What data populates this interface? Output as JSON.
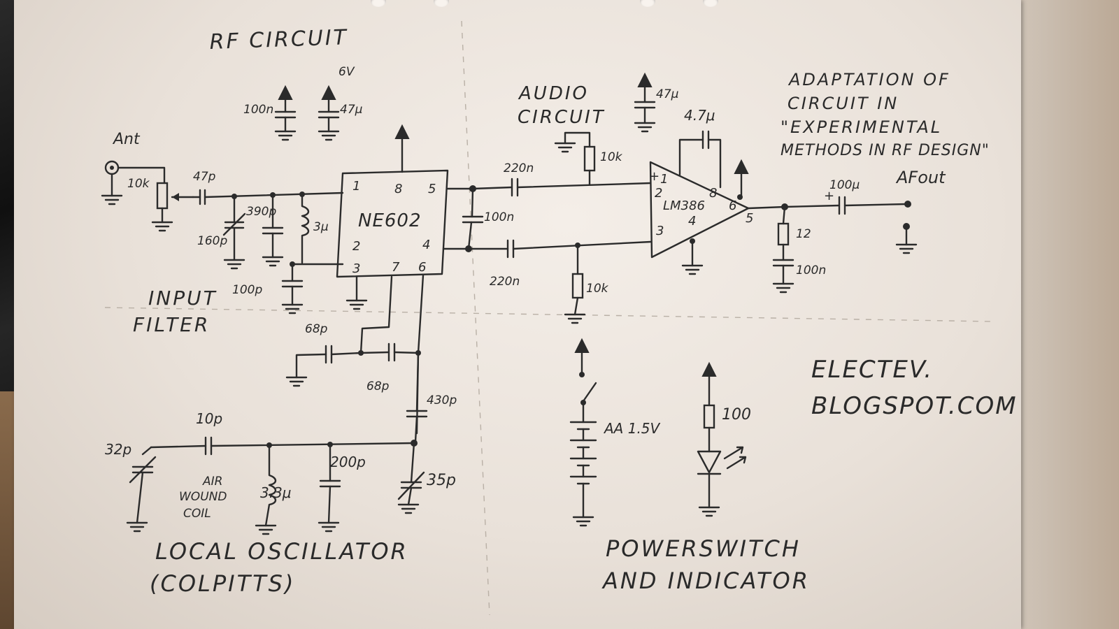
{
  "headings": {
    "rf_circuit": "RF CIRCUIT",
    "audio_circuit_line1": "AUDIO",
    "audio_circuit_line2": "CIRCUIT",
    "input_filter_line1": "INPUT",
    "input_filter_line2": "FILTER",
    "local_osc_line1": "LOCAL OSCILLATOR",
    "local_osc_line2": "(COLPITTS)",
    "power_line1": "POWERSWITCH",
    "power_line2": "AND INDICATOR",
    "credit_line1": "ADAPTATION OF",
    "credit_line2": "CIRCUIT IN",
    "credit_line3": "\"EXPERIMENTAL",
    "credit_line4": "METHODS IN RF DESIGN\"",
    "blog_line1": "ELECTEV.",
    "blog_line2": "BLOGSPOT.COM"
  },
  "chips": {
    "mixer": "NE602",
    "amp": "LM386"
  },
  "pins": {
    "ne602_1": "1",
    "ne602_2": "2",
    "ne602_3": "3",
    "ne602_4": "4",
    "ne602_5": "5",
    "ne602_6": "6",
    "ne602_7": "7",
    "ne602_8": "8",
    "lm386_1": "1",
    "lm386_2": "2",
    "lm386_3": "3",
    "lm386_4": "4",
    "lm386_5": "5",
    "lm386_6": "6",
    "lm386_8": "8",
    "plus_in": "+",
    "plus_out": "+"
  },
  "labels": {
    "ant": "Ant",
    "supply": "6V",
    "r_ant": "10k",
    "c_47p": "47p",
    "c_160p": "160p",
    "c_390p": "390p",
    "l_in": "3μ",
    "c_100p": "100p",
    "c_dec100n": "100n",
    "c_dec47u": "47μ",
    "c_220n_top": "220n",
    "c_220n_bot": "220n",
    "c_mid100n": "100n",
    "r_10k_top": "10k",
    "r_10k_bot": "10k",
    "c_amp47u": "47μ",
    "c_gain47u": "4.7μ",
    "c_out100u": "100μ",
    "r_12": "12",
    "c_zobel": "100n",
    "af_out": "AFout",
    "c_68p_a": "68p",
    "c_68p_b": "68p",
    "c_430p": "430p",
    "c_10p": "10p",
    "c_32p": "32p",
    "air_coil_1": "AIR",
    "air_coil_2": "WOUND",
    "air_coil_3": "COIL",
    "l_osc": "3.3μ",
    "c_200p": "200p",
    "c_35p": "35p",
    "battery": "AA 1.5V",
    "r_led": "100"
  }
}
